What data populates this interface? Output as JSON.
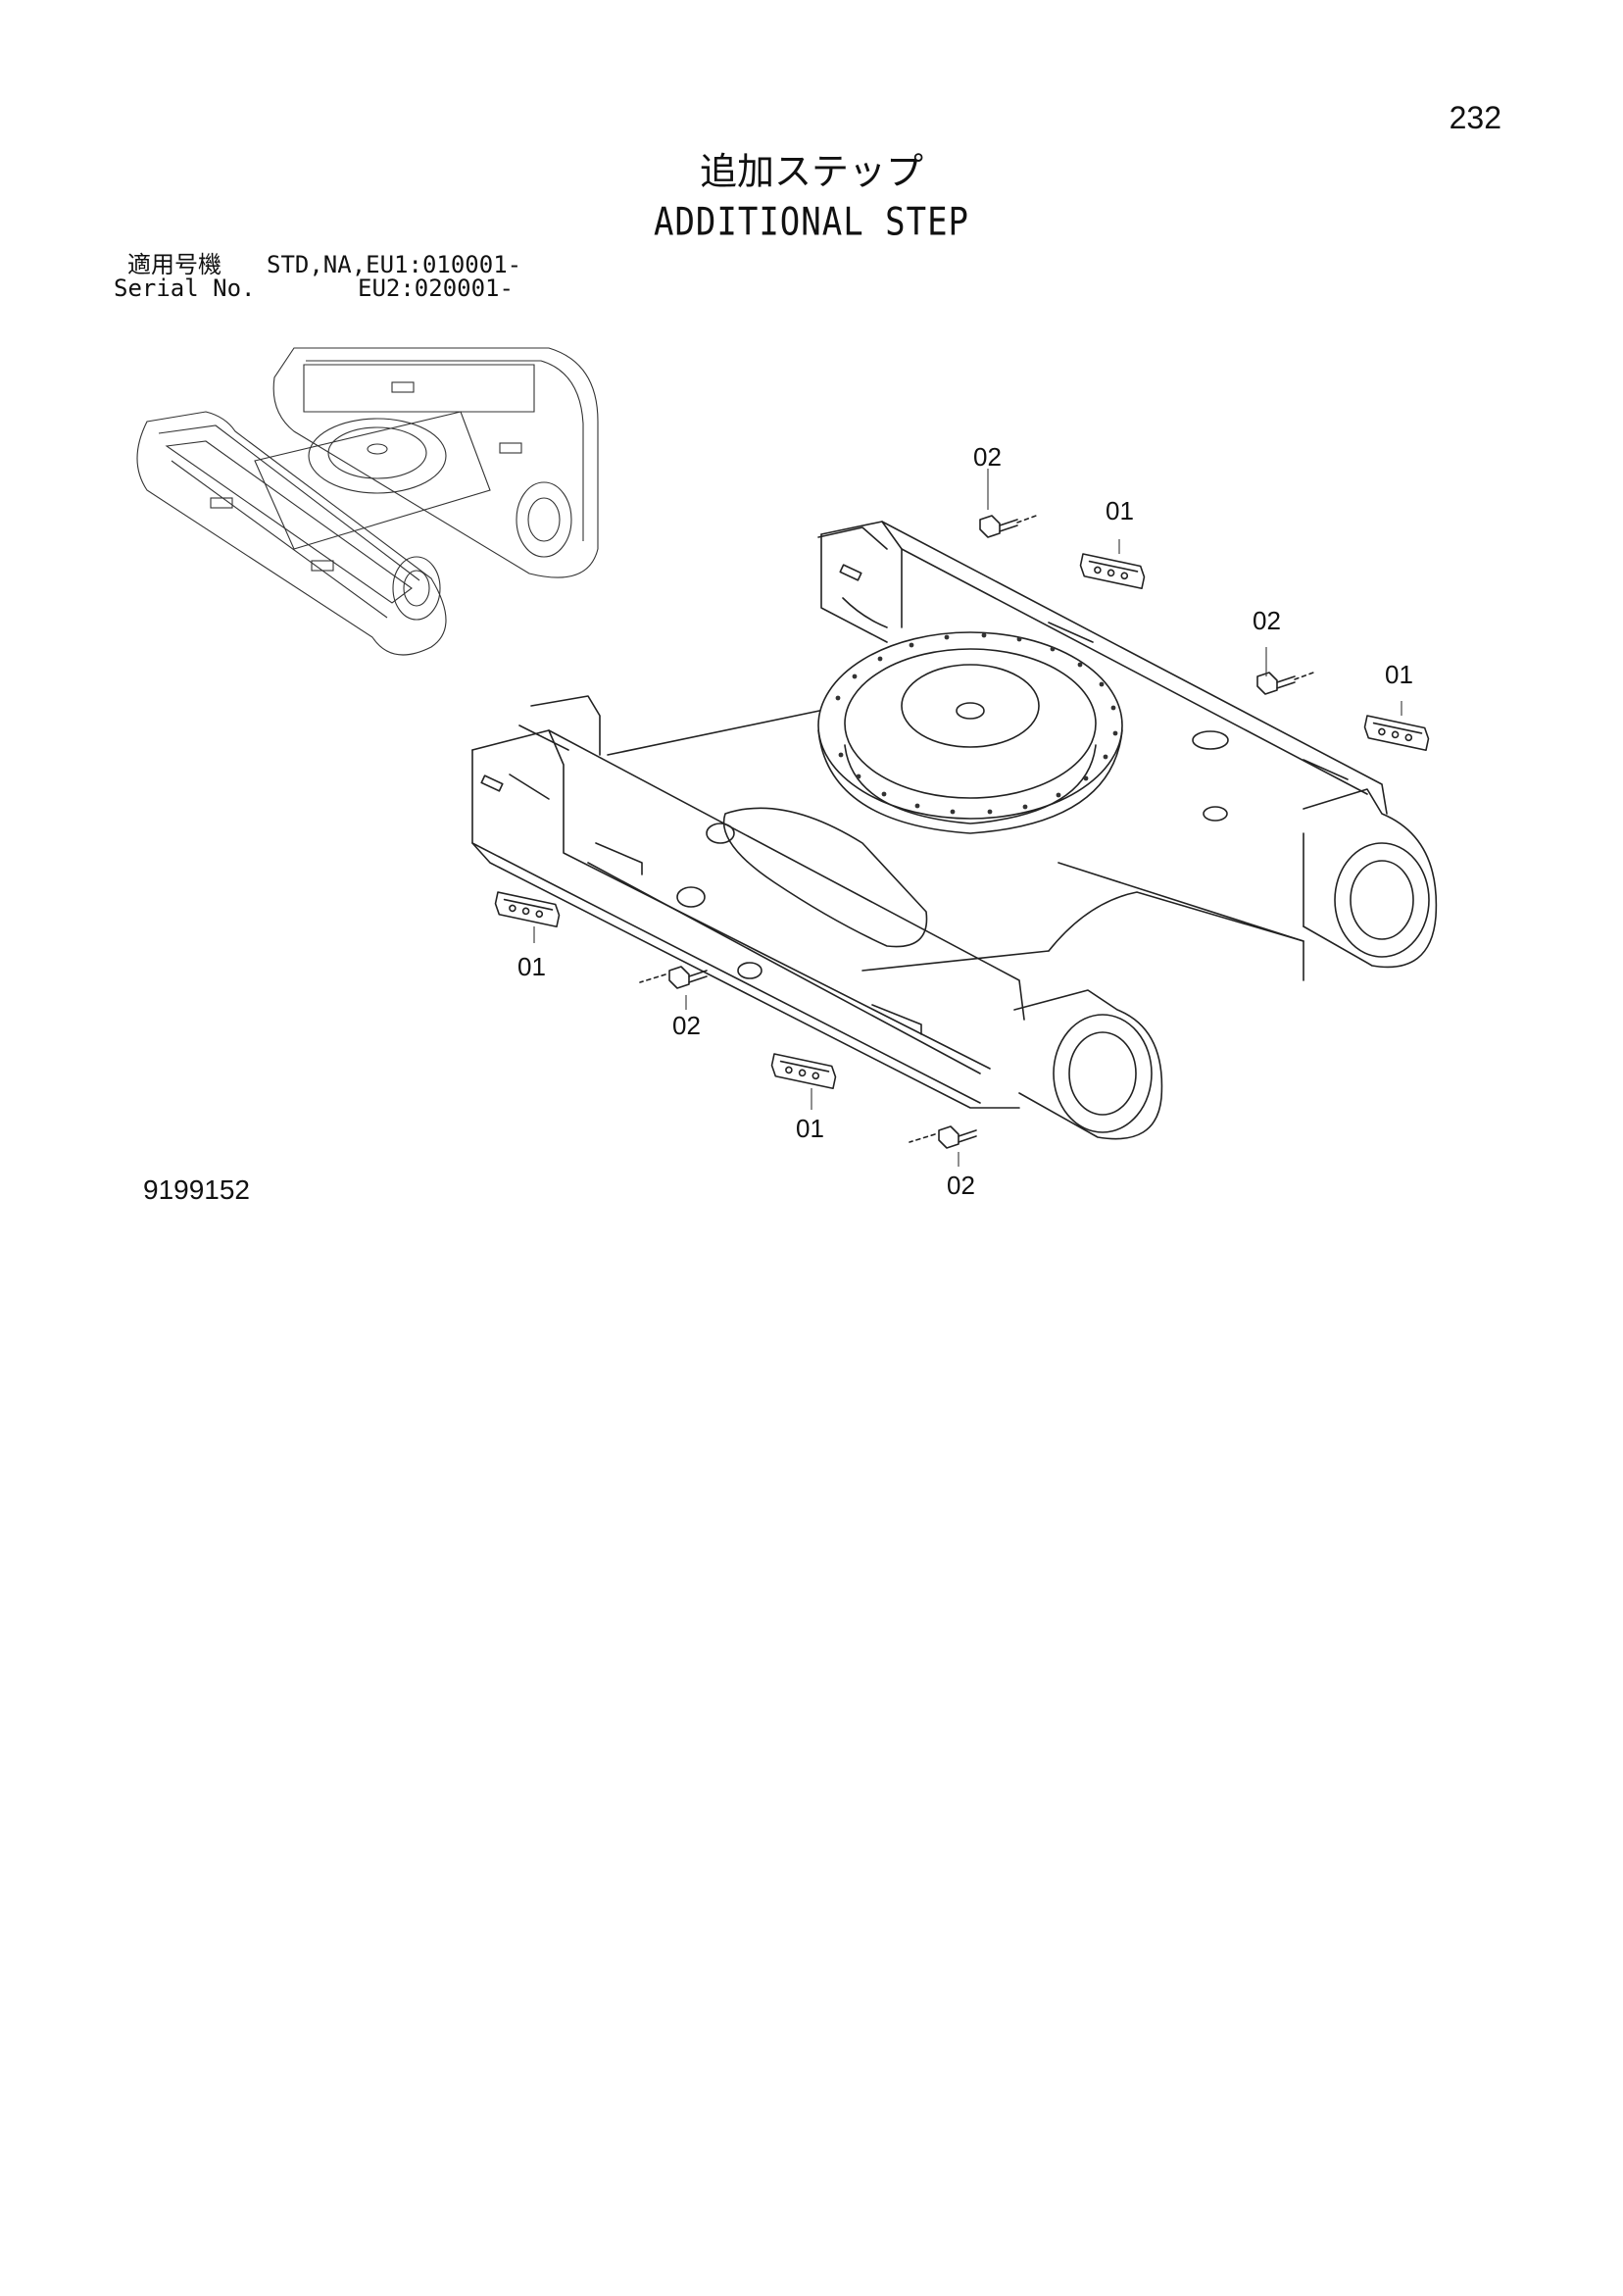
{
  "page_number": "232",
  "title_ja": "追加ステップ",
  "title_en": "ADDITIONAL STEP",
  "serial": {
    "label_ja": "適用号機",
    "label_en": "Serial No.",
    "value_line1": "STD,NA,EU1:010001-",
    "value_line2": "EU2:020001-"
  },
  "callouts": {
    "step": "01",
    "bolt": "02"
  },
  "drawing_number": "9199152"
}
